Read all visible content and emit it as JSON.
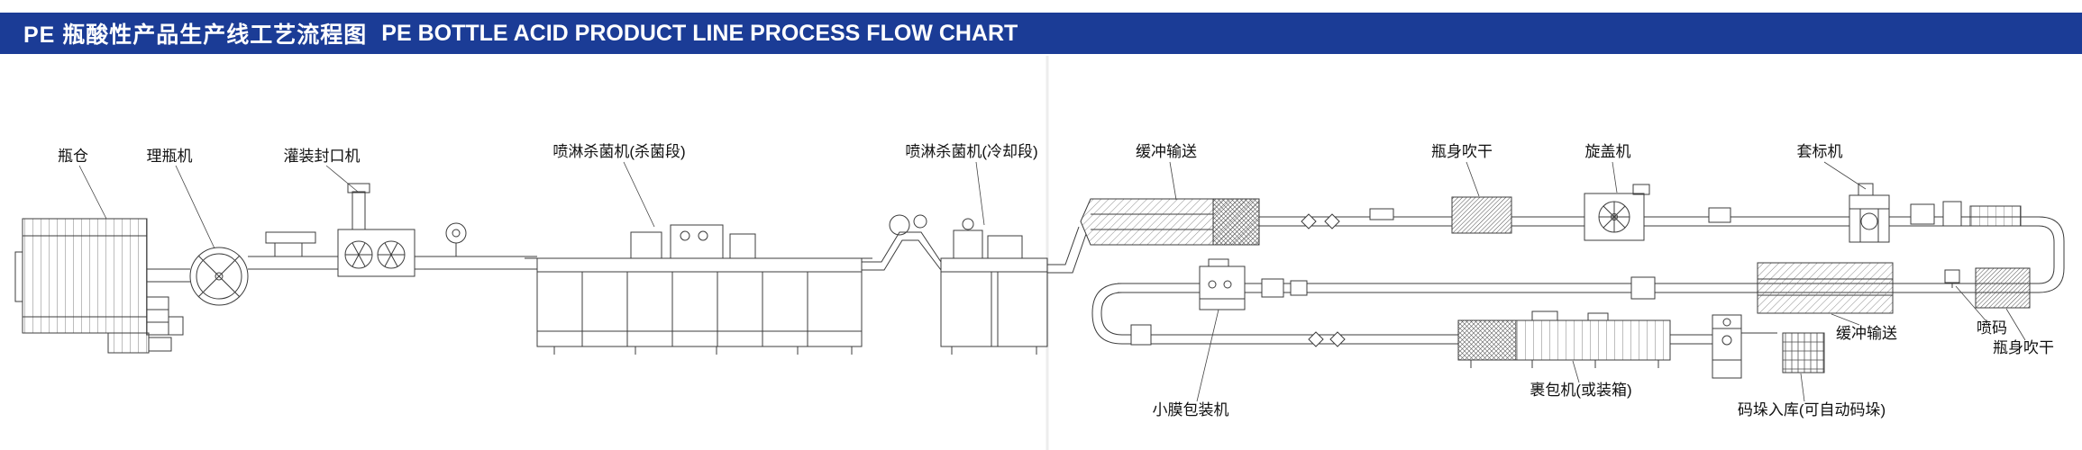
{
  "header": {
    "title_zh": "PE 瓶酸性产品生产线工艺流程图",
    "title_en": "PE BOTTLE ACID PRODUCT LINE PROCESS FLOW CHART",
    "bg_color": "#1b3c96",
    "text_color": "#ffffff"
  },
  "diagram": {
    "line_color": "#3c3c3c",
    "labels": [
      {
        "text": "瓶仓"
      },
      {
        "text": "理瓶机"
      },
      {
        "text": "灌装封口机"
      },
      {
        "text": "喷淋杀菌机(杀菌段)"
      },
      {
        "text": "喷淋杀菌机(冷却段)"
      },
      {
        "text": "缓冲输送"
      },
      {
        "text": "瓶身吹干"
      },
      {
        "text": "旋盖机"
      },
      {
        "text": "套标机"
      },
      {
        "text": "缓冲输送"
      },
      {
        "text": "喷码"
      },
      {
        "text": "瓶身吹干"
      },
      {
        "text": "小膜包装机"
      },
      {
        "text": "裹包机(或装箱)"
      },
      {
        "text": "码垛入库(可自动码垛)"
      }
    ]
  }
}
